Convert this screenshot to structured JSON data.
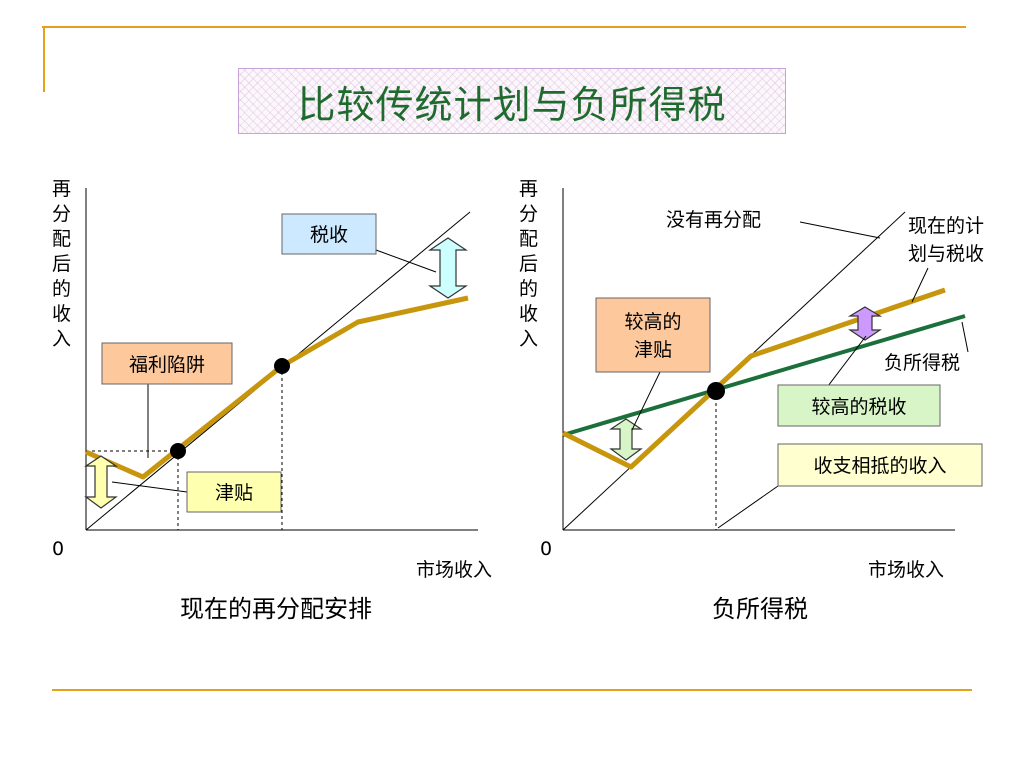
{
  "title": "比较传统计划与负所得税",
  "colors": {
    "accent_line": "#e3a21a",
    "gold_curve": "#c8960c",
    "nit_green": "#1b6f3a",
    "title_green": "#1f6b2e",
    "box_blue": "#cce9ff",
    "box_orange": "#fcc89c",
    "box_yellow": "#ffffb0",
    "box_green": "#d8f5c8",
    "box_lightyellow": "#ffffd0"
  },
  "left_chart": {
    "y_axis_label": "再分配后的收入",
    "origin": "0",
    "x_axis_label": "市场收入",
    "caption": "现在的再分配安排",
    "labels": {
      "tax": "税收",
      "welfare_trap": "福利陷阱",
      "subsidy": "津贴"
    }
  },
  "right_chart": {
    "y_axis_label": "再分配后的收入",
    "origin": "0",
    "x_axis_label": "市场收入",
    "caption": "负所得税",
    "labels": {
      "no_redistribution": "没有再分配",
      "current_plan_line1": "现在的计",
      "current_plan_line2": "划与税收",
      "higher_subsidy_line1": "较高的",
      "higher_subsidy_line2": "津贴",
      "negative_income_tax": "负所得税",
      "higher_tax": "较高的税收",
      "break_even": "收支相抵的收入"
    }
  }
}
